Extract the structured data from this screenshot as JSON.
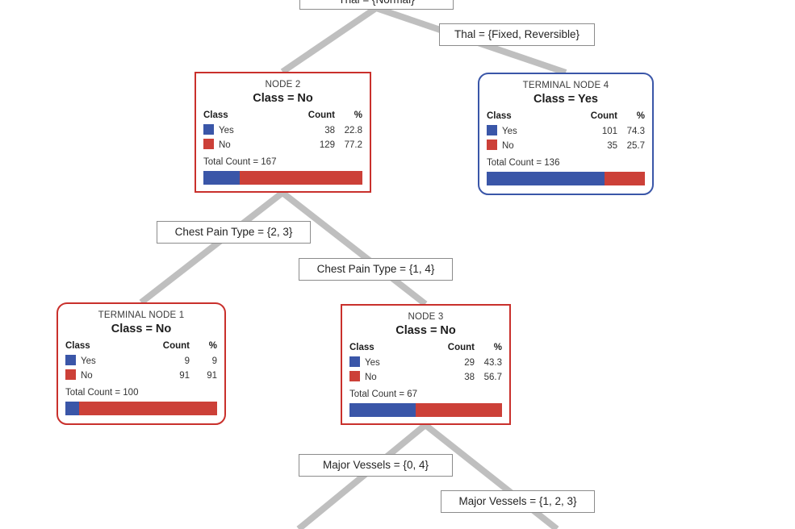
{
  "diagram": {
    "type": "decision-tree",
    "background_color": "#ffffff",
    "palette": {
      "yes_color": "#3a56a8",
      "no_color": "#cc4038",
      "node_border_red": "#c9302c",
      "node_border_blue": "#3a56a8",
      "edge_color": "#bfbfbf",
      "label_border": "#8c8c8c"
    },
    "columns": {
      "class": "Class",
      "count": "Count",
      "percent": "%"
    },
    "nodes": [
      {
        "id": "root",
        "title": "",
        "class_label": "Thal = {Normal}",
        "clipped": true
      },
      {
        "id": "node2",
        "title": "NODE 2",
        "class_label": "Class = No",
        "rows": [
          {
            "class": "Yes",
            "count": "38",
            "pct": "22.8",
            "pct_value": 22.8,
            "color": "#3a56a8"
          },
          {
            "class": "No",
            "count": "129",
            "pct": "77.2",
            "pct_value": 77.2,
            "color": "#cc4038"
          }
        ],
        "total_text": "Total Count = 167",
        "total": 167,
        "border_color": "#c9302c",
        "shape": "rect"
      },
      {
        "id": "node4",
        "title": "TERMINAL NODE 4",
        "class_label": "Class = Yes",
        "rows": [
          {
            "class": "Yes",
            "count": "101",
            "pct": "74.3",
            "pct_value": 74.3,
            "color": "#3a56a8"
          },
          {
            "class": "No",
            "count": "35",
            "pct": "25.7",
            "pct_value": 25.7,
            "color": "#cc4038"
          }
        ],
        "total_text": "Total Count = 136",
        "total": 136,
        "border_color": "#3a56a8",
        "shape": "rounded"
      },
      {
        "id": "node1",
        "title": "TERMINAL NODE 1",
        "class_label": "Class = No",
        "rows": [
          {
            "class": "Yes",
            "count": "9",
            "pct": "9",
            "pct_value": 9,
            "color": "#3a56a8"
          },
          {
            "class": "No",
            "count": "91",
            "pct": "91",
            "pct_value": 91,
            "color": "#cc4038"
          }
        ],
        "total_text": "Total Count = 100",
        "total": 100,
        "border_color": "#c9302c",
        "shape": "rounded"
      },
      {
        "id": "node3",
        "title": "NODE 3",
        "class_label": "Class = No",
        "rows": [
          {
            "class": "Yes",
            "count": "29",
            "pct": "43.3",
            "pct_value": 43.3,
            "color": "#3a56a8"
          },
          {
            "class": "No",
            "count": "38",
            "pct": "56.7",
            "pct_value": 56.7,
            "color": "#cc4038"
          }
        ],
        "total_text": "Total Count = 67",
        "total": 67,
        "border_color": "#c9302c",
        "shape": "rect"
      }
    ],
    "edge_labels": [
      {
        "id": "root-left",
        "text": "Thal = {Normal}",
        "clipped": true
      },
      {
        "id": "root-right",
        "text": "Thal = {Fixed, Reversible}"
      },
      {
        "id": "node2-left",
        "text": "Chest Pain Type = {2, 3}"
      },
      {
        "id": "node2-right",
        "text": "Chest Pain Type = {1, 4}"
      },
      {
        "id": "node3-left",
        "text": "Major Vessels = {0, 4}"
      },
      {
        "id": "node3-right",
        "text": "Major Vessels = {1, 2, 3}"
      }
    ]
  }
}
